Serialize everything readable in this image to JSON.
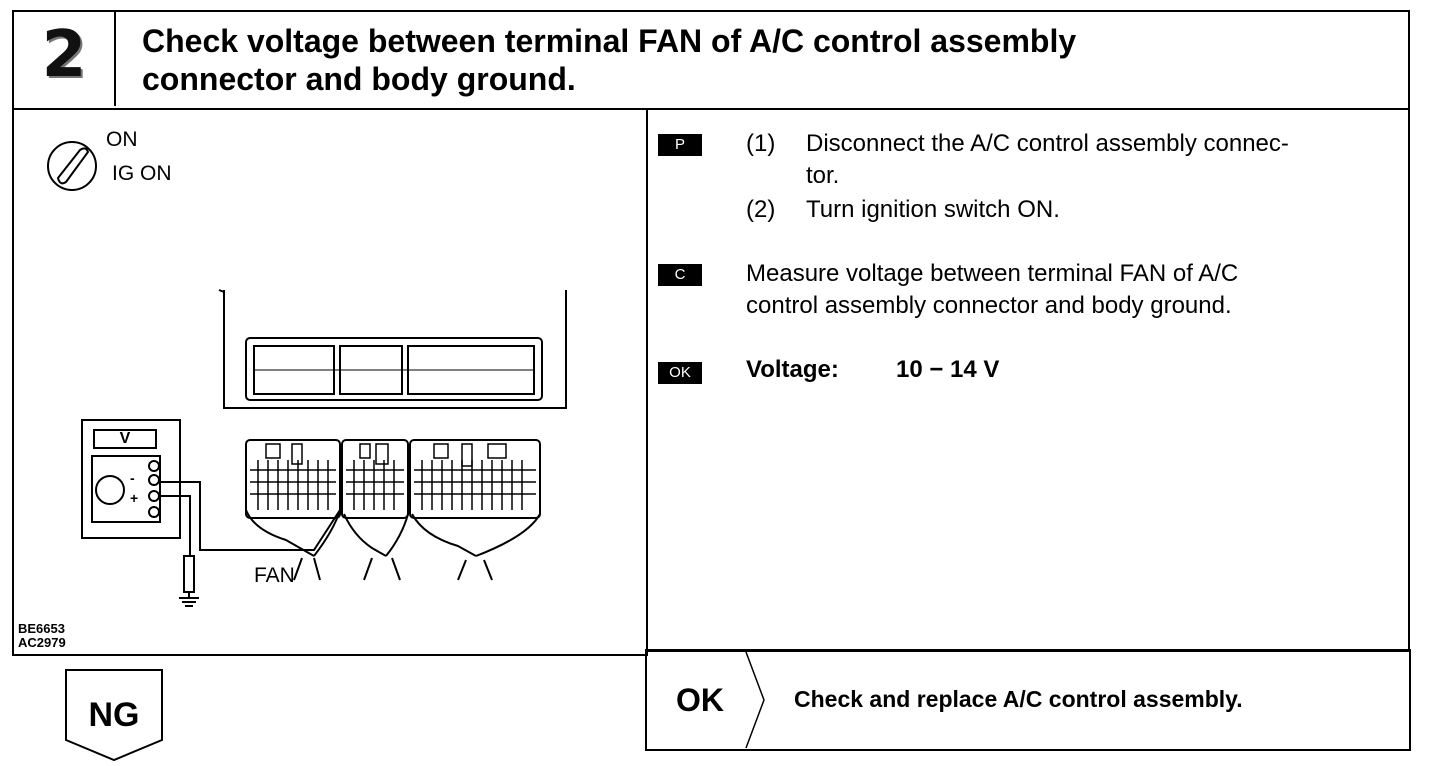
{
  "header": {
    "step_number": "2",
    "title_line1": "Check voltage between terminal FAN of A/C control assembly",
    "title_line2": "connector and body ground."
  },
  "figure": {
    "ignition_label_on": "ON",
    "ignition_label_ig": "IG ON",
    "meter_label": "V",
    "minus_sign": "-",
    "plus_sign": "+",
    "terminal_label": "FAN",
    "code_line1": "BE6653",
    "code_line2": "AC2979"
  },
  "steps": {
    "prep_badge": "P",
    "prep_items": [
      {
        "num": "(1)",
        "text_line1": "Disconnect the A/C control assembly connec-",
        "text_line2": "tor."
      },
      {
        "num": "(2)",
        "text_line1": "Turn ignition switch ON."
      }
    ],
    "check_badge": "C",
    "check_line1": "Measure voltage between terminal FAN of A/C",
    "check_line2": "control assembly connector and body ground.",
    "ok_badge": "OK",
    "spec_label": "Voltage:",
    "spec_value": "10 − 14 V"
  },
  "result": {
    "ok_label": "OK",
    "ok_action": "Check and replace A/C control assembly.",
    "ng_label": "NG"
  }
}
